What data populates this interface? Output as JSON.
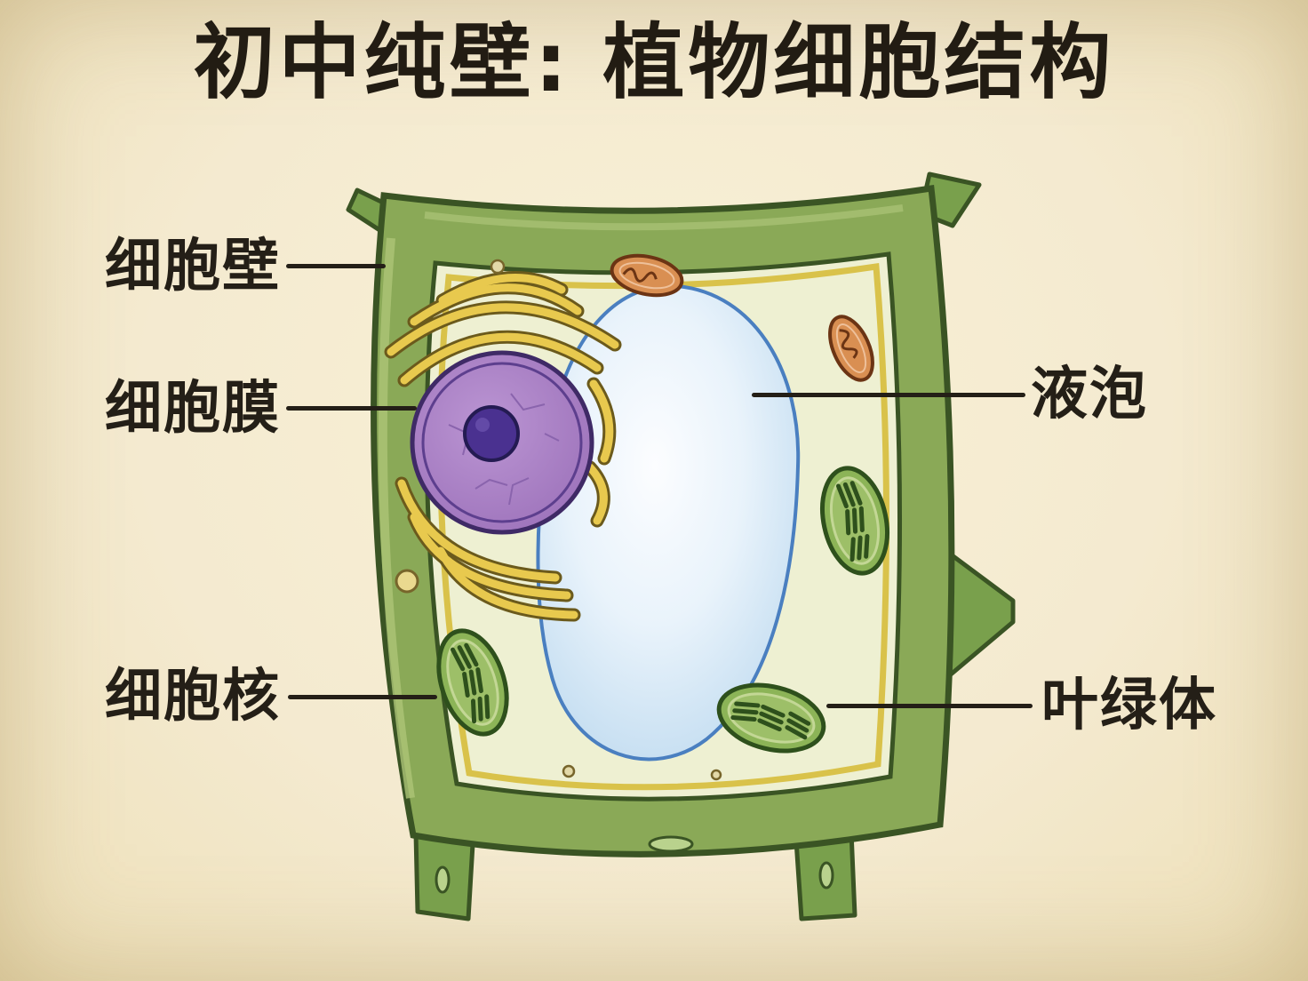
{
  "title": "初中纯壁: 植物细胞结构",
  "labels": {
    "cell_wall": "细胞壁",
    "cell_membrane": "细胞膜",
    "nucleus": "细胞核",
    "vacuole": "液泡",
    "chloroplast": "叶绿体"
  },
  "colors": {
    "paper": "#f4ead0",
    "ink": "#241f17",
    "cell_wall_green": "#8aa957",
    "cell_wall_outline": "#3a5424",
    "cytoplasm": "#eef0d2",
    "membrane_yellow": "#d9c24a",
    "vacuole_blue": "#b9d7ee",
    "vacuole_outline": "#4a7fc0",
    "nucleus_purple": "#a981c5",
    "nucleolus_purple": "#4a3190",
    "er_yellow": "#e8c94e",
    "chloroplast_green": "#8cb457",
    "chloroplast_dark": "#2e501c",
    "mitochondrion_orange": "#d98f52"
  }
}
